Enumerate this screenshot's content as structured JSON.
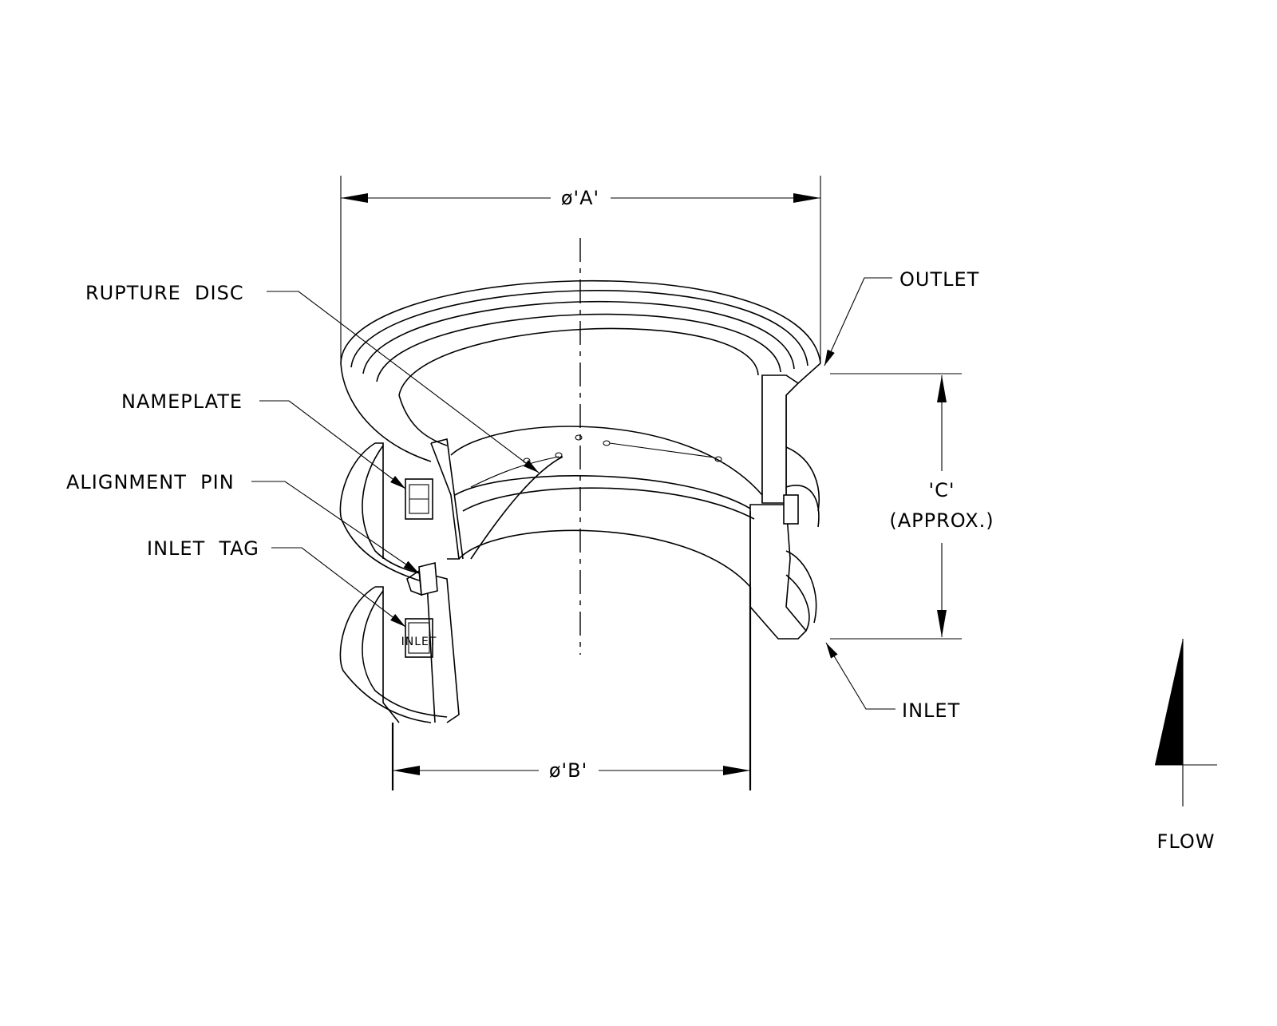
{
  "dimensions": {
    "a": "ø'A'",
    "b": "ø'B'",
    "c_label": "'C'",
    "c_note": "(APPROX.)"
  },
  "callouts": {
    "rupture_disc": "RUPTURE  DISC",
    "nameplate": "NAMEPLATE",
    "alignment_pin": "ALIGNMENT  PIN",
    "inlet_tag": "INLET  TAG",
    "outlet": "OUTLET",
    "inlet": "INLET"
  },
  "nameplate_text": "INLET",
  "flow_label": "FLOW"
}
